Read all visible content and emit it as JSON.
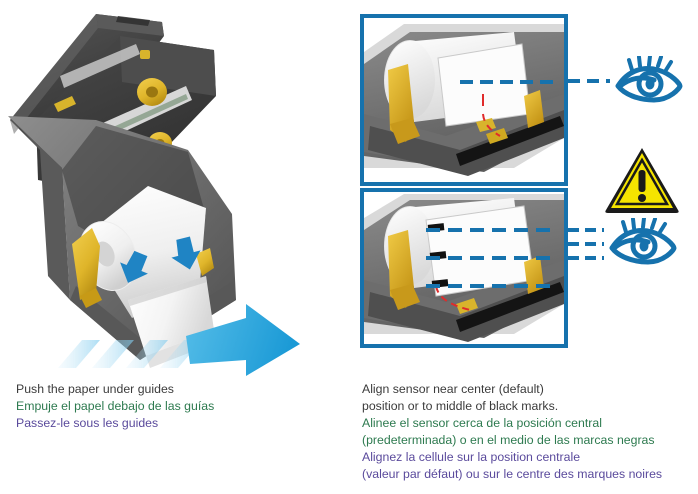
{
  "document": {
    "title": "Printer Media Loading Instructions",
    "background_color": "#ffffff"
  },
  "colors": {
    "accent_blue": "#1672ad",
    "arrow_blue": "#29a3dc",
    "guide_yellow": "#e8b923",
    "warning_yellow": "#f5e400",
    "sensor_red": "#e03030",
    "text_english": "#3b3b3b",
    "text_spanish": "#2d7a4f",
    "text_french": "#5a4a9c",
    "printer_body_dark": "#6b6b6b"
  },
  "left_panel": {
    "illustration_name": "printer-open-with-paper-roll",
    "arrows": [
      {
        "name": "guide-arrow-left",
        "direction": "down-left"
      },
      {
        "name": "guide-arrow-right",
        "direction": "down-right"
      },
      {
        "name": "paper-feed-arrow",
        "direction": "right"
      }
    ],
    "caption": {
      "english": "Push the paper under guides",
      "spanish": "Empuje el papel debajo de las guías",
      "french": "Passez-le sous les guides"
    }
  },
  "right_panel": {
    "frames": [
      {
        "name": "sensor-center-position-frame",
        "illustration_name": "printer-media-sensor-center",
        "sightline_count": 1,
        "has_black_marks": false
      },
      {
        "name": "sensor-black-marks-frame",
        "illustration_name": "printer-media-sensor-black-marks",
        "sightline_count": 3,
        "has_black_marks": true
      }
    ],
    "icons": [
      {
        "name": "eye-icon",
        "label": "eye-icon",
        "position": "top"
      },
      {
        "name": "warning-icon",
        "label": "warning-triangle-icon",
        "position": "middle"
      },
      {
        "name": "eye-icon",
        "label": "eye-icon",
        "position": "bottom"
      }
    ],
    "caption": {
      "english_line1": "Align sensor near center (default)",
      "english_line2": "position or to middle of black marks.",
      "spanish_line1": "Alinee el sensor cerca de la posición central",
      "spanish_line2": "(predeterminada) o en el medio de las marcas negras",
      "french_line1": "Alignez la cellule sur la position centrale",
      "french_line2": "(valeur par défaut) ou sur le centre des marques noires"
    }
  }
}
